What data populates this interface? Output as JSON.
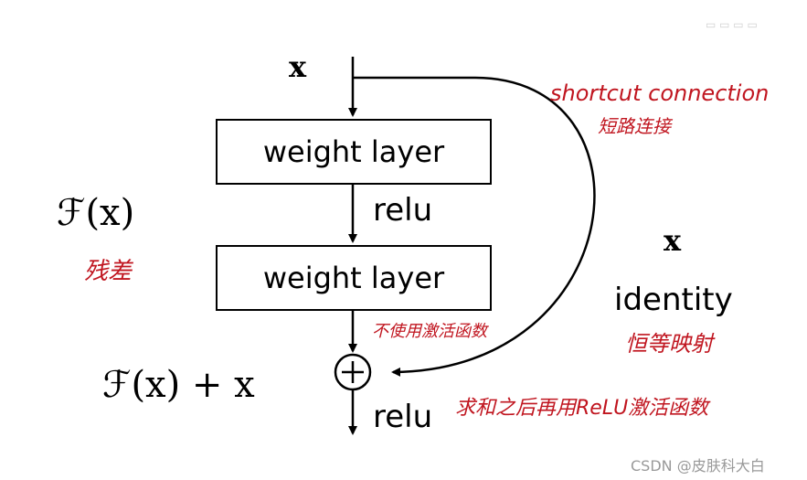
{
  "diagram": {
    "input_label": "x",
    "layer1_label": "weight layer",
    "relu_mid_label": "relu",
    "layer2_label": "weight layer",
    "relu_out_label": "relu",
    "plus_symbol": "+",
    "residual_label": "ℱ(x)",
    "residual_cn": "残差",
    "sum_label": "ℱ(x) + x",
    "no_activation_note": "不使用激活函数",
    "shortcut_label": "shortcut connection",
    "shortcut_cn": "短路连接",
    "identity_x": "x",
    "identity_label": "identity",
    "identity_cn": "恒等映射",
    "sum_relu_note": "求和之后再用ReLU激活函数"
  },
  "watermark": "CSDN @皮肤科大白",
  "colors": {
    "ink": "#000000",
    "annotation_red": "#c0151f",
    "watermark_gray": "#999999"
  }
}
